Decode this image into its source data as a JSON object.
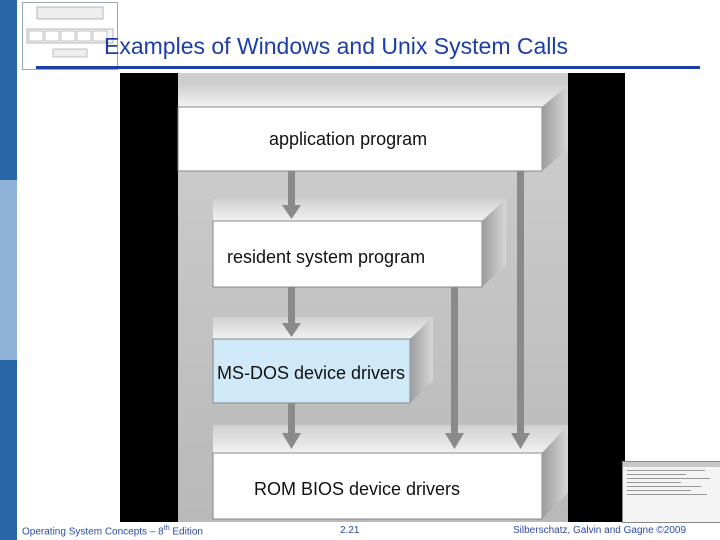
{
  "slide": {
    "title": "Examples of Windows and Unix System Calls"
  },
  "diagram": {
    "layers": [
      {
        "label": "application program",
        "fill": "#ffffff"
      },
      {
        "label": "resident system program",
        "fill": "#ffffff"
      },
      {
        "label": "MS-DOS device drivers",
        "fill": "#cfe9f9"
      },
      {
        "label": "ROM BIOS device drivers",
        "fill": "#ffffff"
      }
    ]
  },
  "footer": {
    "left_text": "Operating System Concepts – 8",
    "left_sup": "th",
    "left_tail": " Edition",
    "page": "2.21",
    "copyright": "Silberschatz, Galvin and Gagne ©2009"
  },
  "colors": {
    "accent": "#1c3ea6",
    "sidebar_dark": "#2b66a8",
    "sidebar_light": "#8fb3d8"
  }
}
